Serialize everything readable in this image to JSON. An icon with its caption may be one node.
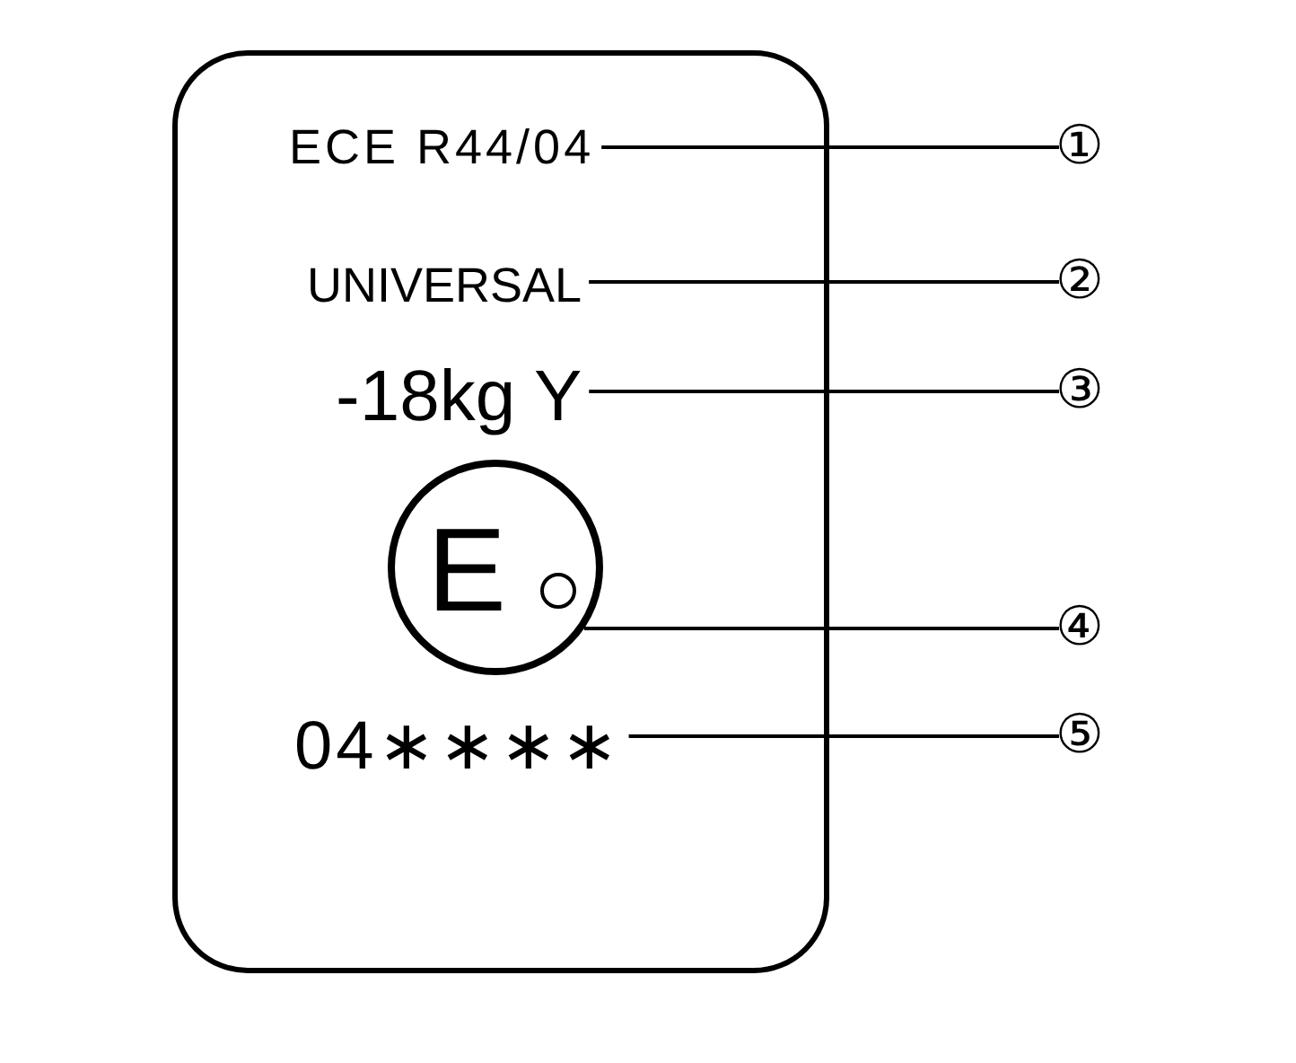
{
  "diagram": {
    "nodes": [
      {
        "text": [],
        "shape": "box"
      },
      {
        "text": [
          "ECE R44/04"
        ],
        "in": 0
      },
      {
        "text": [
          "UNIVERSAL"
        ],
        "in": 0
      },
      {
        "text": [
          "-18kg Y"
        ],
        "in": 0
      },
      {
        "text": [
          "E"
        ],
        "in": 0
      },
      {
        "text": [
          "04∗∗∗∗"
        ],
        "in": 0
      },
      {
        "text": [
          "①"
        ]
      },
      {
        "text": [
          "②"
        ]
      },
      {
        "text": [
          "③"
        ]
      },
      {
        "text": [
          "④"
        ]
      },
      {
        "text": [
          "⑤"
        ]
      }
    ],
    "edges": [
      {
        "from": 6,
        "to": 1,
        "arrow": "none"
      },
      {
        "from": 7,
        "to": 2,
        "arrow": "none"
      },
      {
        "from": 8,
        "to": 3,
        "arrow": "none"
      },
      {
        "from": 9,
        "to": 4,
        "arrow": "none"
      },
      {
        "from": 10,
        "to": 5,
        "arrow": "none"
      }
    ]
  }
}
